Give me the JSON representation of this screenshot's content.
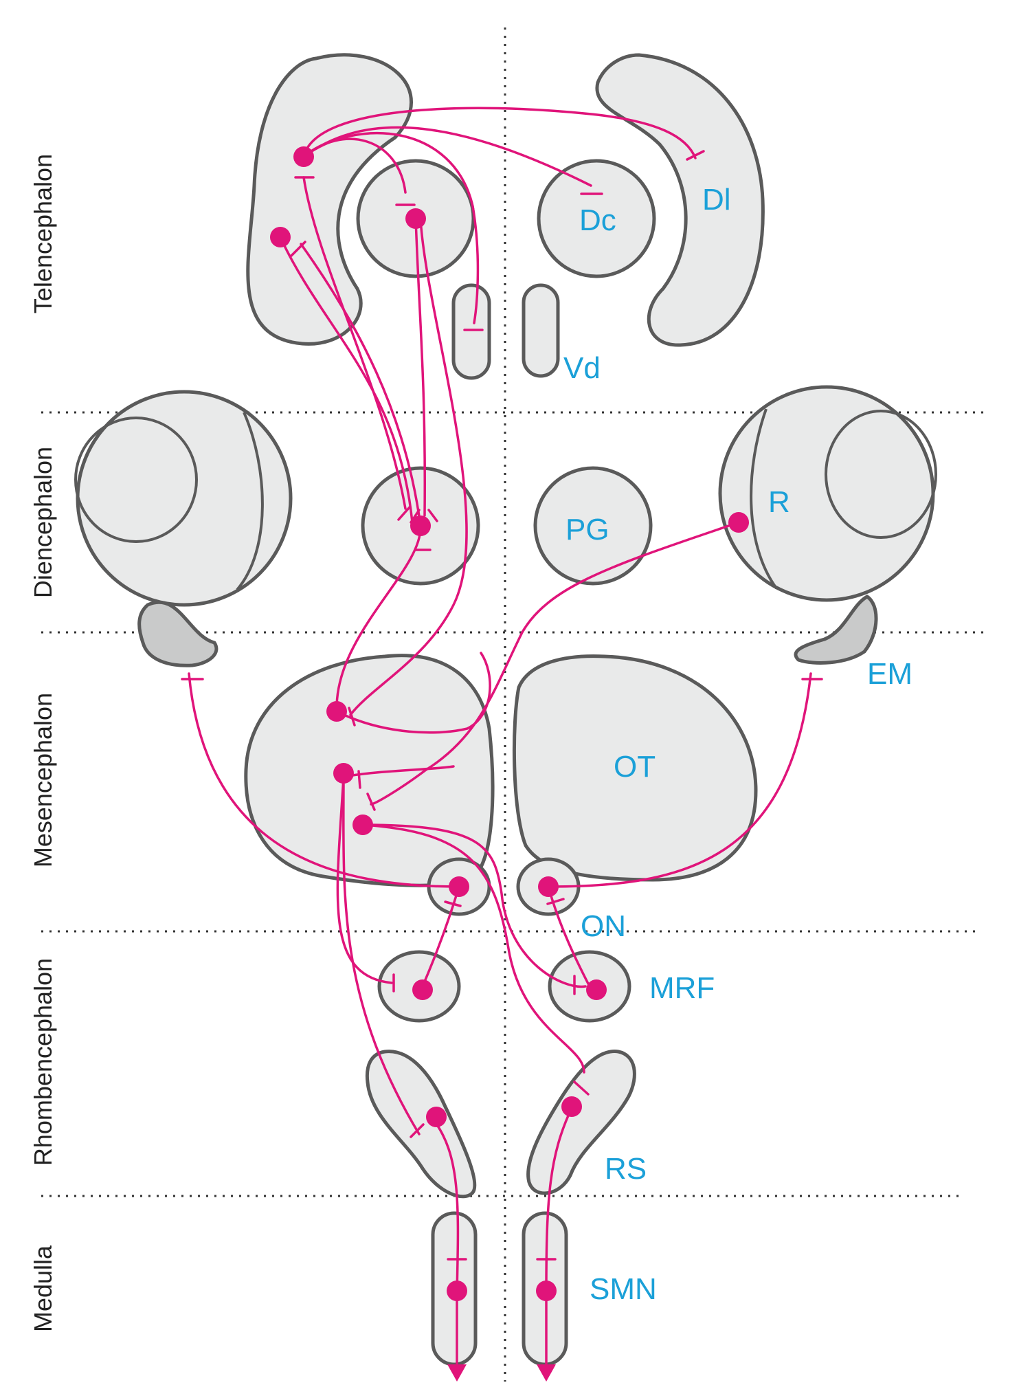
{
  "colors": {
    "pathway": "#e0147a",
    "label": "#1ba0d8",
    "region_fill": "#e9eaea",
    "region_stroke": "#5a5a5a"
  },
  "sections": [
    "Telencephalon",
    "Diencephalon",
    "Mesencephalon",
    "Rhombencephalon",
    "Medulla"
  ],
  "labels": {
    "dc": "Dc",
    "dl": "Dl",
    "vd": "Vd",
    "pg": "PG",
    "r": "R",
    "em": "EM",
    "ot": "OT",
    "on": "ON",
    "mrf": "MRF",
    "rs": "RS",
    "smn": "SMN"
  }
}
